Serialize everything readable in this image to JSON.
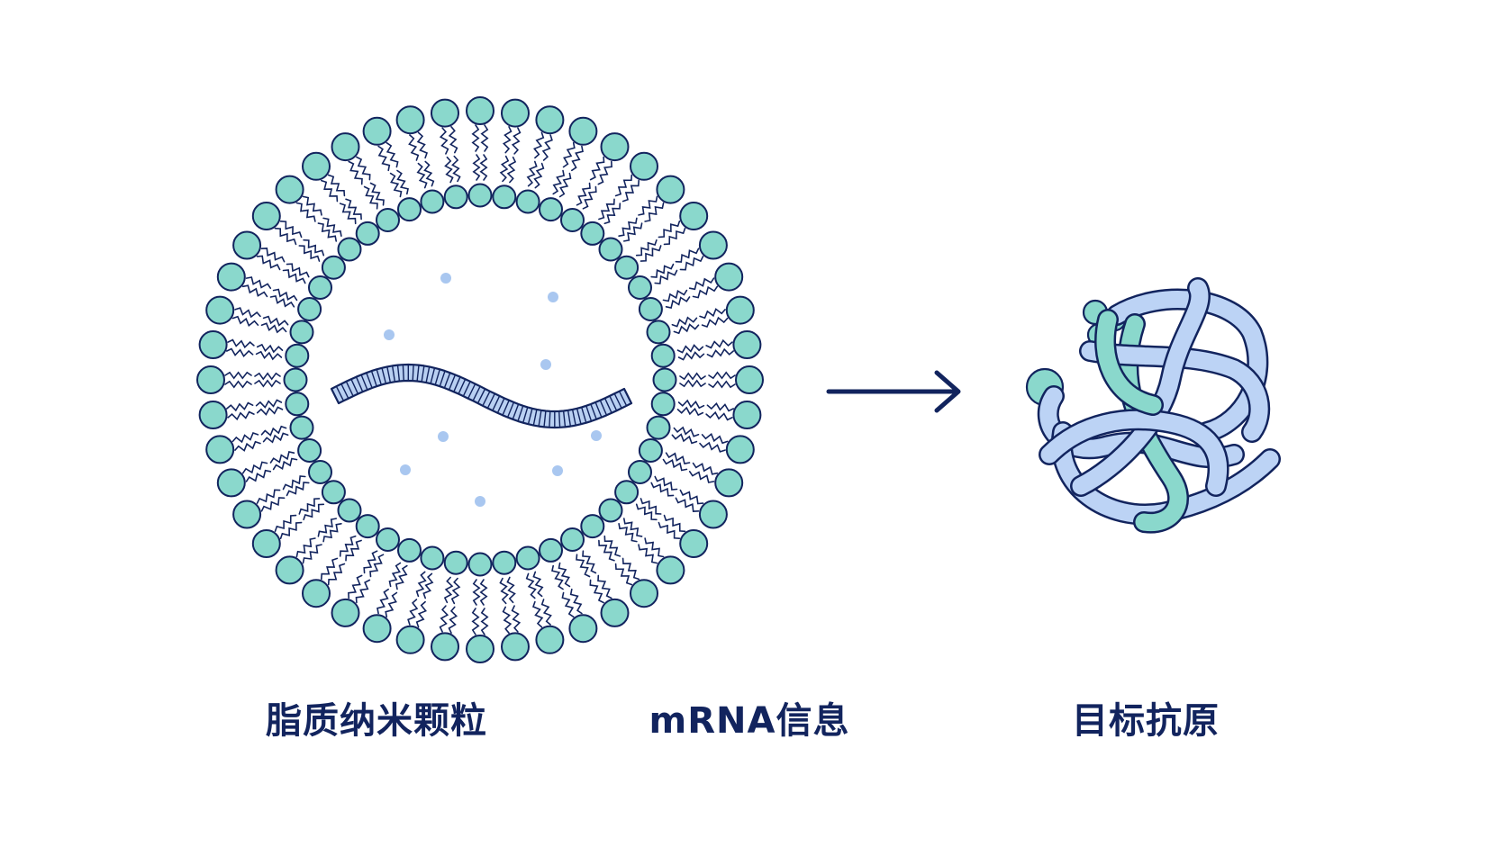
{
  "labels": {
    "lipid_nanoparticle": "脂质纳米颗粒",
    "mrna": "mRNA信息",
    "antigen": "目标抗原"
  },
  "colors": {
    "lipid_head": "#8ad8cc",
    "outline": "#12245e",
    "mrna_fill": "#b9d0f2",
    "protein_ribbon": "#bcd3f5",
    "protein_accent": "#8ad8cc",
    "dots": "#a9c7f0",
    "text": "#12245e"
  },
  "icons": {
    "nanoparticle": "lipid-bilayer-sphere",
    "arrow": "right-arrow",
    "protein": "folded-protein"
  }
}
